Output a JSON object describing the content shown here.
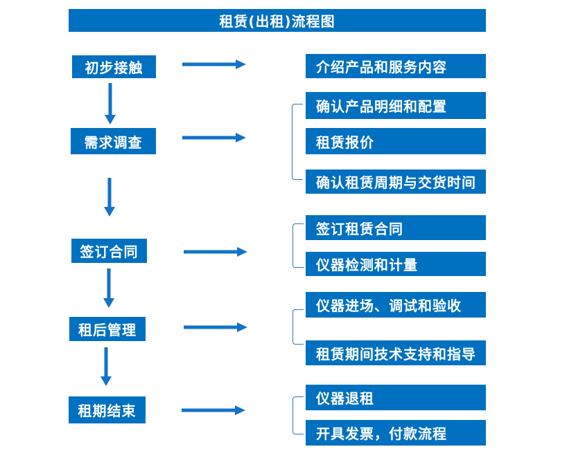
{
  "title": "租赁(出租)流程图",
  "colors": {
    "page_bg": "#FFFFFF",
    "box_blue": "#0070C0",
    "arrow_blue": "#1273C9",
    "bracket_blue": "#2E75B6",
    "text_white": "#FFFFFF"
  },
  "stages": [
    {
      "label": "初步接触",
      "outputs": [
        "介绍产品和服务内容"
      ]
    },
    {
      "label": "需求调查",
      "outputs": [
        "确认产品明细和配置",
        "租赁报价",
        "确认租赁周期与交货时间"
      ]
    },
    {
      "label": "签订合同",
      "outputs": [
        "签订租赁合同",
        "仪器检测和计量"
      ]
    },
    {
      "label": "租后管理",
      "outputs": [
        "仪器进场、调试和验收",
        "租赁期间技术支持和指导"
      ]
    },
    {
      "label": "租期结束",
      "outputs": [
        "仪器退租",
        "开具发票，付款流程"
      ]
    }
  ]
}
